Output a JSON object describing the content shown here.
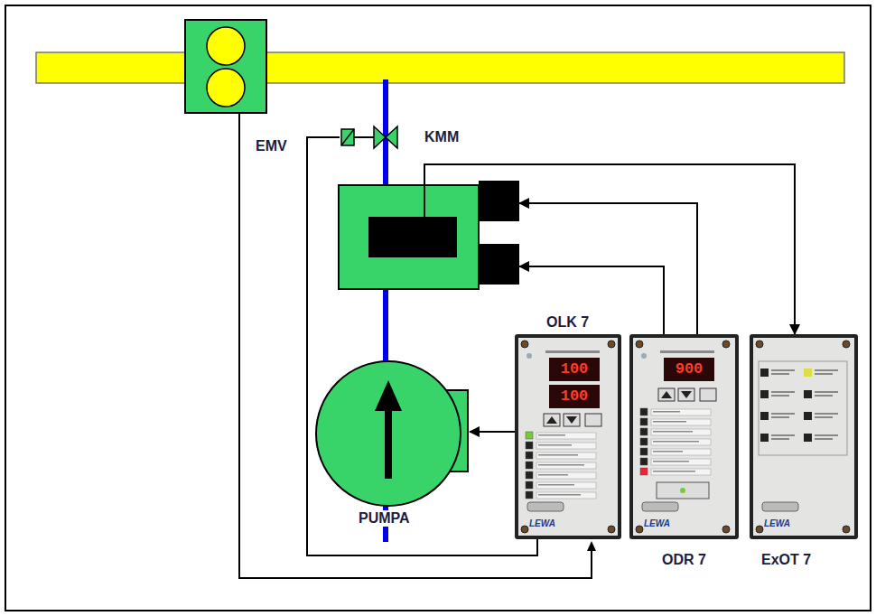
{
  "diagram": {
    "nodes": [
      {
        "text": [
          "EMV"
        ]
      },
      {
        "text": [
          "KMM"
        ]
      },
      {
        "text": [
          "PUMPA"
        ]
      },
      {
        "text": [
          "OLK 7",
          "100",
          "100",
          "LEWA"
        ]
      },
      {
        "text": [
          "ODR 7",
          "900",
          "LEWA"
        ]
      },
      {
        "text": [
          "ExOT 7",
          "LEWA"
        ]
      }
    ],
    "edges": [
      {
        "from": 3,
        "to": 0,
        "arrow": "none"
      },
      {
        "from": 3,
        "to": 2,
        "arrow": "to"
      },
      {
        "from": 4,
        "to": 1,
        "arrow": "to"
      },
      {
        "from": 4,
        "to": 1,
        "arrow": "to"
      },
      {
        "from": 1,
        "to": 5,
        "arrow": "to"
      }
    ]
  }
}
